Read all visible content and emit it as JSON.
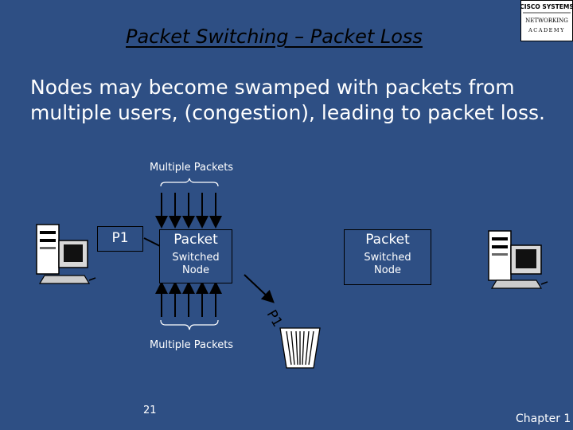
{
  "slide": {
    "title": "Packet Switching – Packet Loss",
    "body": "Nodes may become swamped with packets from multiple users, (congestion), leading to packet loss.",
    "page_number": "21",
    "footer": "Chapter 1"
  },
  "diagram": {
    "top_label": "Multiple Packets",
    "bottom_label": "Multiple Packets",
    "packet_label": "P1",
    "dropped_packet_label": "P1",
    "left_node": {
      "title": "Packet",
      "subtitle_1": "Switched",
      "subtitle_2": "Node"
    },
    "right_node": {
      "title": "Packet",
      "subtitle_1": "Switched",
      "subtitle_2": "Node"
    }
  },
  "logo": {
    "line1": "CISCO SYSTEMS",
    "line2": "NETWORKING",
    "line3": "ACADEMY"
  },
  "icons": [
    "computer-icon",
    "trash-bin-icon",
    "cisco-logo"
  ]
}
